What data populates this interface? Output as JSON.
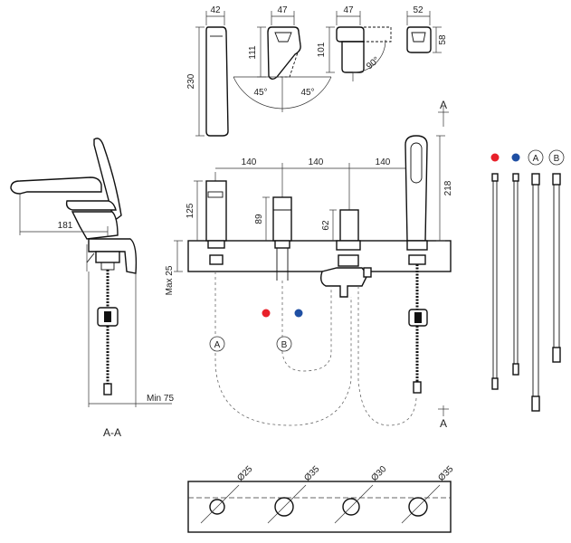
{
  "top_views": {
    "view1": {
      "width": "42",
      "height": "230"
    },
    "view2": {
      "width": "47",
      "height": "111",
      "angle_left": "45°",
      "angle_right": "45°"
    },
    "view3": {
      "width": "47",
      "height": "101",
      "angle": "90°"
    },
    "view4": {
      "width": "52",
      "height": "58"
    }
  },
  "side_view": {
    "reach": "181",
    "min_depth": "Min 75",
    "section_label": "A-A"
  },
  "front_view": {
    "spacing": [
      "140",
      "140",
      "140"
    ],
    "heights": {
      "spout": "125",
      "mixer": "89",
      "diverter": "62",
      "shower": "218"
    },
    "max_thickness": "Max 25",
    "section_marker": "A",
    "callouts": [
      "A",
      "B"
    ]
  },
  "hoses": {
    "labels": [
      "A",
      "B"
    ]
  },
  "cutouts": {
    "diameters": [
      "Ø25",
      "Ø35",
      "Ø30",
      "Ø35"
    ]
  },
  "colors": {
    "hot": "#e8202a",
    "cold": "#1f4fa3",
    "line": "#111111"
  }
}
